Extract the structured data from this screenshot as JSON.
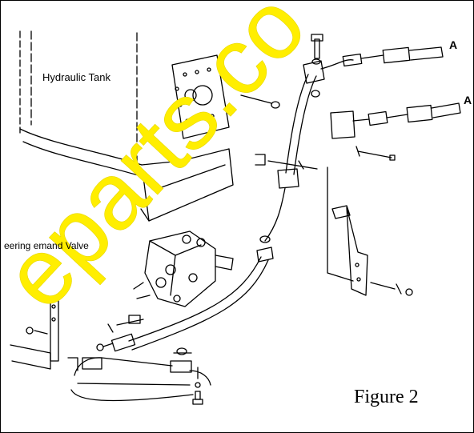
{
  "diagram": {
    "labels": {
      "hydraulic_tank": "Hydraulic Tank",
      "steering_valve": "eering  emand Valve",
      "figure": "Figure 2",
      "callout_a_upper": "A",
      "callout_a_lower": "A"
    },
    "watermark": {
      "text": "eparts.co",
      "color": "#ffee00"
    },
    "line_color": "#000000"
  }
}
